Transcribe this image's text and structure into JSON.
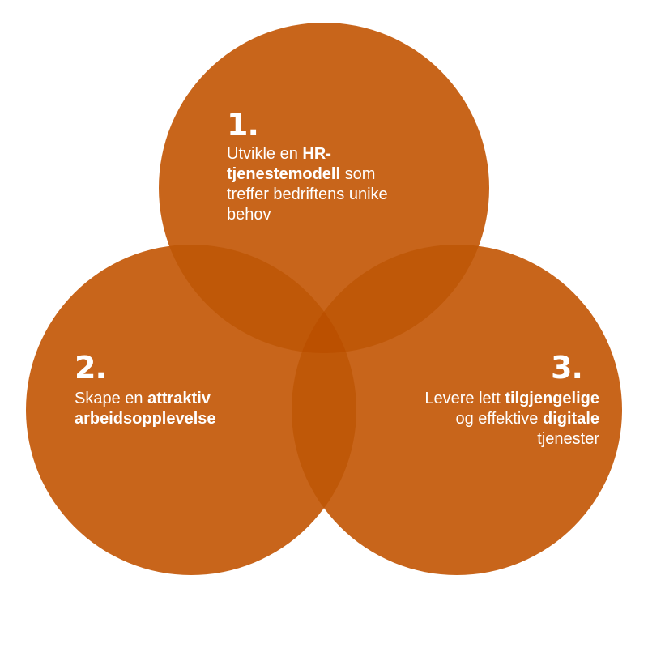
{
  "colors": {
    "circle": "#c8651b",
    "overlap": "#bd5300",
    "text": "#ffffff"
  },
  "items": [
    {
      "number": "1.",
      "line1_a": "Utvikle en ",
      "line1_b": "HR-",
      "line2_a": "tjenestemodell",
      "line2_b": " som",
      "line3": "treffer bedriftens unike",
      "line4": "behov"
    },
    {
      "number": "2.",
      "line1_a": "Skape en ",
      "line1_b": "attraktiv",
      "line2": "arbeidsopplevelse"
    },
    {
      "number": "3.",
      "line1_a": "Levere lett ",
      "line1_b": "tilgjengelige",
      "line2_a": "og effektive ",
      "line2_b": "digitale",
      "line3": "tjenester"
    }
  ]
}
